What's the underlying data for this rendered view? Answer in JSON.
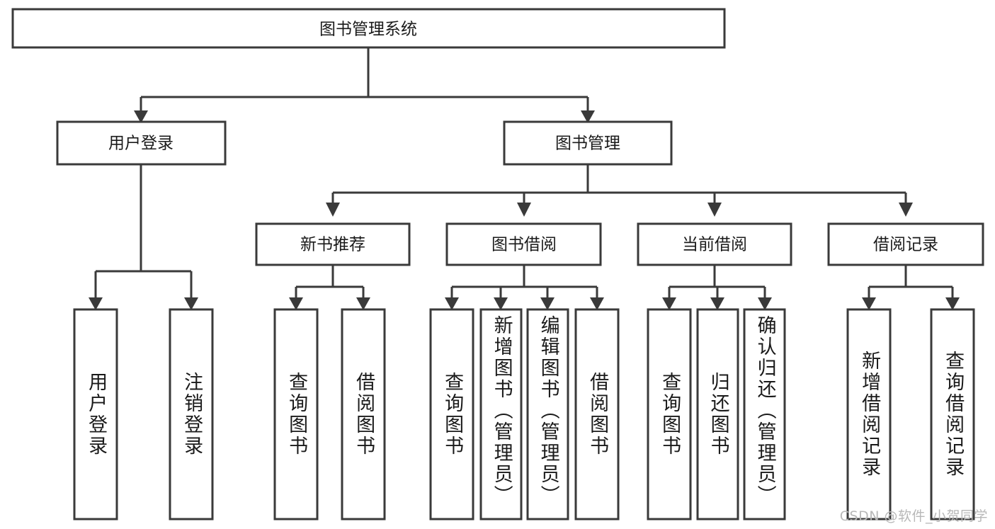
{
  "diagram": {
    "type": "tree",
    "title": "图书管理系统",
    "watermark": "CSDN @软件_小贺同学",
    "colors": {
      "stroke": "#3a3a3a",
      "fill": "#ffffff",
      "text": "#1a1a1a",
      "watermark": "#b8b8b8",
      "background": "#ffffff"
    },
    "levels": {
      "root": {
        "label": "图书管理系统"
      },
      "level2": [
        {
          "label": "用户登录"
        },
        {
          "label": "图书管理"
        }
      ],
      "level3": [
        {
          "label": "新书推荐"
        },
        {
          "label": "图书借阅"
        },
        {
          "label": "当前借阅"
        },
        {
          "label": "借阅记录"
        }
      ],
      "leaves": [
        {
          "label": "用户登录",
          "parent": "用户登录"
        },
        {
          "label": "注销登录",
          "parent": "用户登录"
        },
        {
          "label": "查询图书",
          "parent": "新书推荐"
        },
        {
          "label": "借阅图书",
          "parent": "新书推荐"
        },
        {
          "label": "查询图书",
          "parent": "图书借阅"
        },
        {
          "label": "新增图书（管理员）",
          "parent": "图书借阅"
        },
        {
          "label": "编辑图书（管理员）",
          "parent": "图书借阅"
        },
        {
          "label": "借阅图书",
          "parent": "图书借阅"
        },
        {
          "label": "查询图书",
          "parent": "当前借阅"
        },
        {
          "label": "归还图书",
          "parent": "当前借阅"
        },
        {
          "label": "确认归还（管理员）",
          "parent": "当前借阅"
        },
        {
          "label": "新增借阅记录",
          "parent": "借阅记录"
        },
        {
          "label": "查询借阅记录",
          "parent": "借阅记录"
        }
      ]
    }
  }
}
